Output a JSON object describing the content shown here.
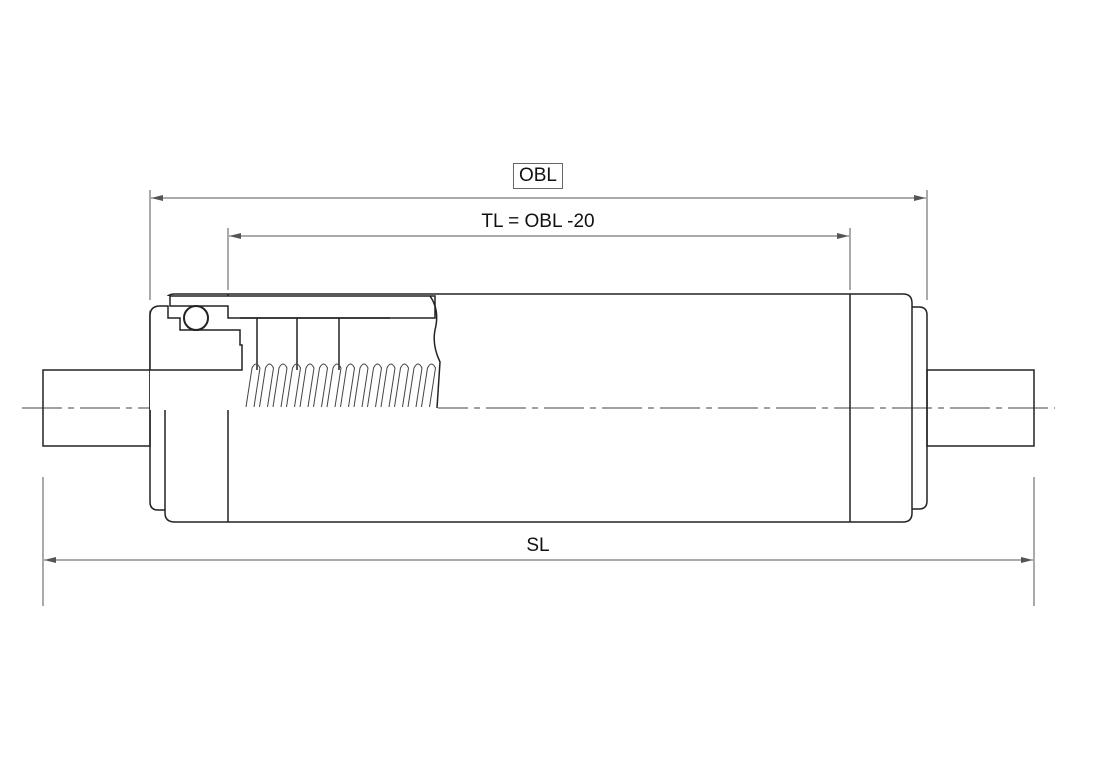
{
  "drawing": {
    "title": "Roller section drawing",
    "dimensions": {
      "obl_label": "OBL",
      "tl_label": "TL = OBL -20",
      "sl_label": "SL"
    },
    "line_color": "#222222"
  }
}
